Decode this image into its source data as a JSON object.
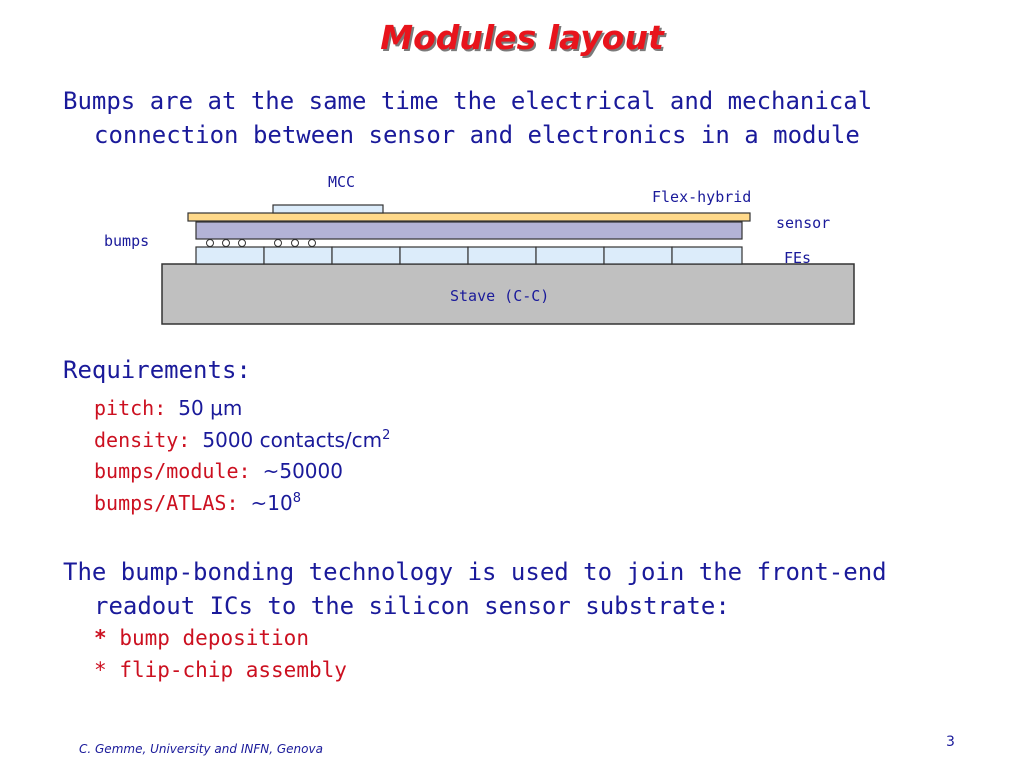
{
  "slide": {
    "title": "Modules layout",
    "intro": {
      "line1": "Bumps are at the same time the electrical and mechanical",
      "line2": "connection between sensor and electronics in a module"
    },
    "diagram": {
      "labels": {
        "mcc": "MCC",
        "flex": "Flex-hybrid",
        "sensor": "sensor",
        "bumps": "bumps",
        "fes": "FEs",
        "stave": "Stave (C-C)"
      },
      "colors": {
        "flex": "#ffd98a",
        "sensor": "#b3b3d6",
        "fe": "#dcecfa",
        "stave": "#c0c0c0",
        "mcc": "#dcecfa"
      }
    },
    "requirements": {
      "heading": "Requirements:",
      "items": [
        {
          "key": "pitch:",
          "value": "50 μm",
          "sup": ""
        },
        {
          "key": "density:",
          "value": "5000 contacts/cm",
          "sup": "2"
        },
        {
          "key": "bumps/module:",
          "value": "~50000",
          "sup": ""
        },
        {
          "key": "bumps/ATLAS:",
          "value": "~10",
          "sup": "8"
        }
      ]
    },
    "technology": {
      "line1": "The bump-bonding technology is used to join the front-end",
      "line2": "readout ICs to the silicon sensor substrate:",
      "items": [
        {
          "star": "*",
          "text": "bump deposition"
        },
        {
          "star": "*",
          "text": "flip-chip assembly"
        }
      ]
    },
    "footer": "C. Gemme, University and INFN, Genova",
    "page_number": "3",
    "colors": {
      "title": "#e8141c",
      "body": "#1a1a9a",
      "accent": "#cc1020"
    }
  }
}
